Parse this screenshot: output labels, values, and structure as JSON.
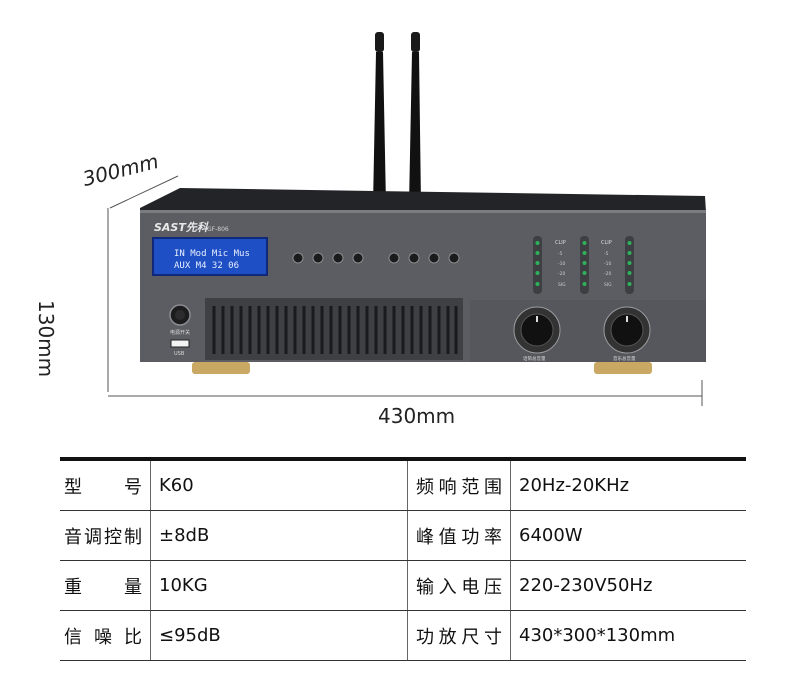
{
  "product": {
    "brand": "SAST先科",
    "model_badge": "GF-806",
    "lcd_line1": "IN  Mod Mic Mus",
    "lcd_line2": "AUX  M4  32  06",
    "power_label": "电源开关",
    "usb_label": "USB",
    "meter_top_label": "CLIP",
    "meter_scale": [
      "-5",
      "-10",
      "-20",
      "SIG"
    ],
    "knob_left_label": "话筒总音量",
    "knob_right_label": "音乐总音量"
  },
  "dimensions": {
    "depth": "300mm",
    "height": "130mm",
    "width": "430mm"
  },
  "specs": [
    {
      "k1": "型号",
      "v1": "K60",
      "k2": "频响范围",
      "v2": "20Hz-20KHz"
    },
    {
      "k1": "音调控制",
      "v1": "±8dB",
      "k2": "峰值功率",
      "v2": "6400W"
    },
    {
      "k1": "重量",
      "v1": "10KG",
      "k2": "输入电压",
      "v2": "220-230V50Hz"
    },
    {
      "k1": "信噪比",
      "v1": "≤95dB",
      "k2": "功放尺寸",
      "v2": "430*300*130mm"
    }
  ],
  "colors": {
    "chassis": "#5b5d62",
    "chassis_top": "#2a2b2e",
    "lcd": "#1f4fc4",
    "feet": "#c8a862",
    "meter_led": "#2fb05a"
  }
}
